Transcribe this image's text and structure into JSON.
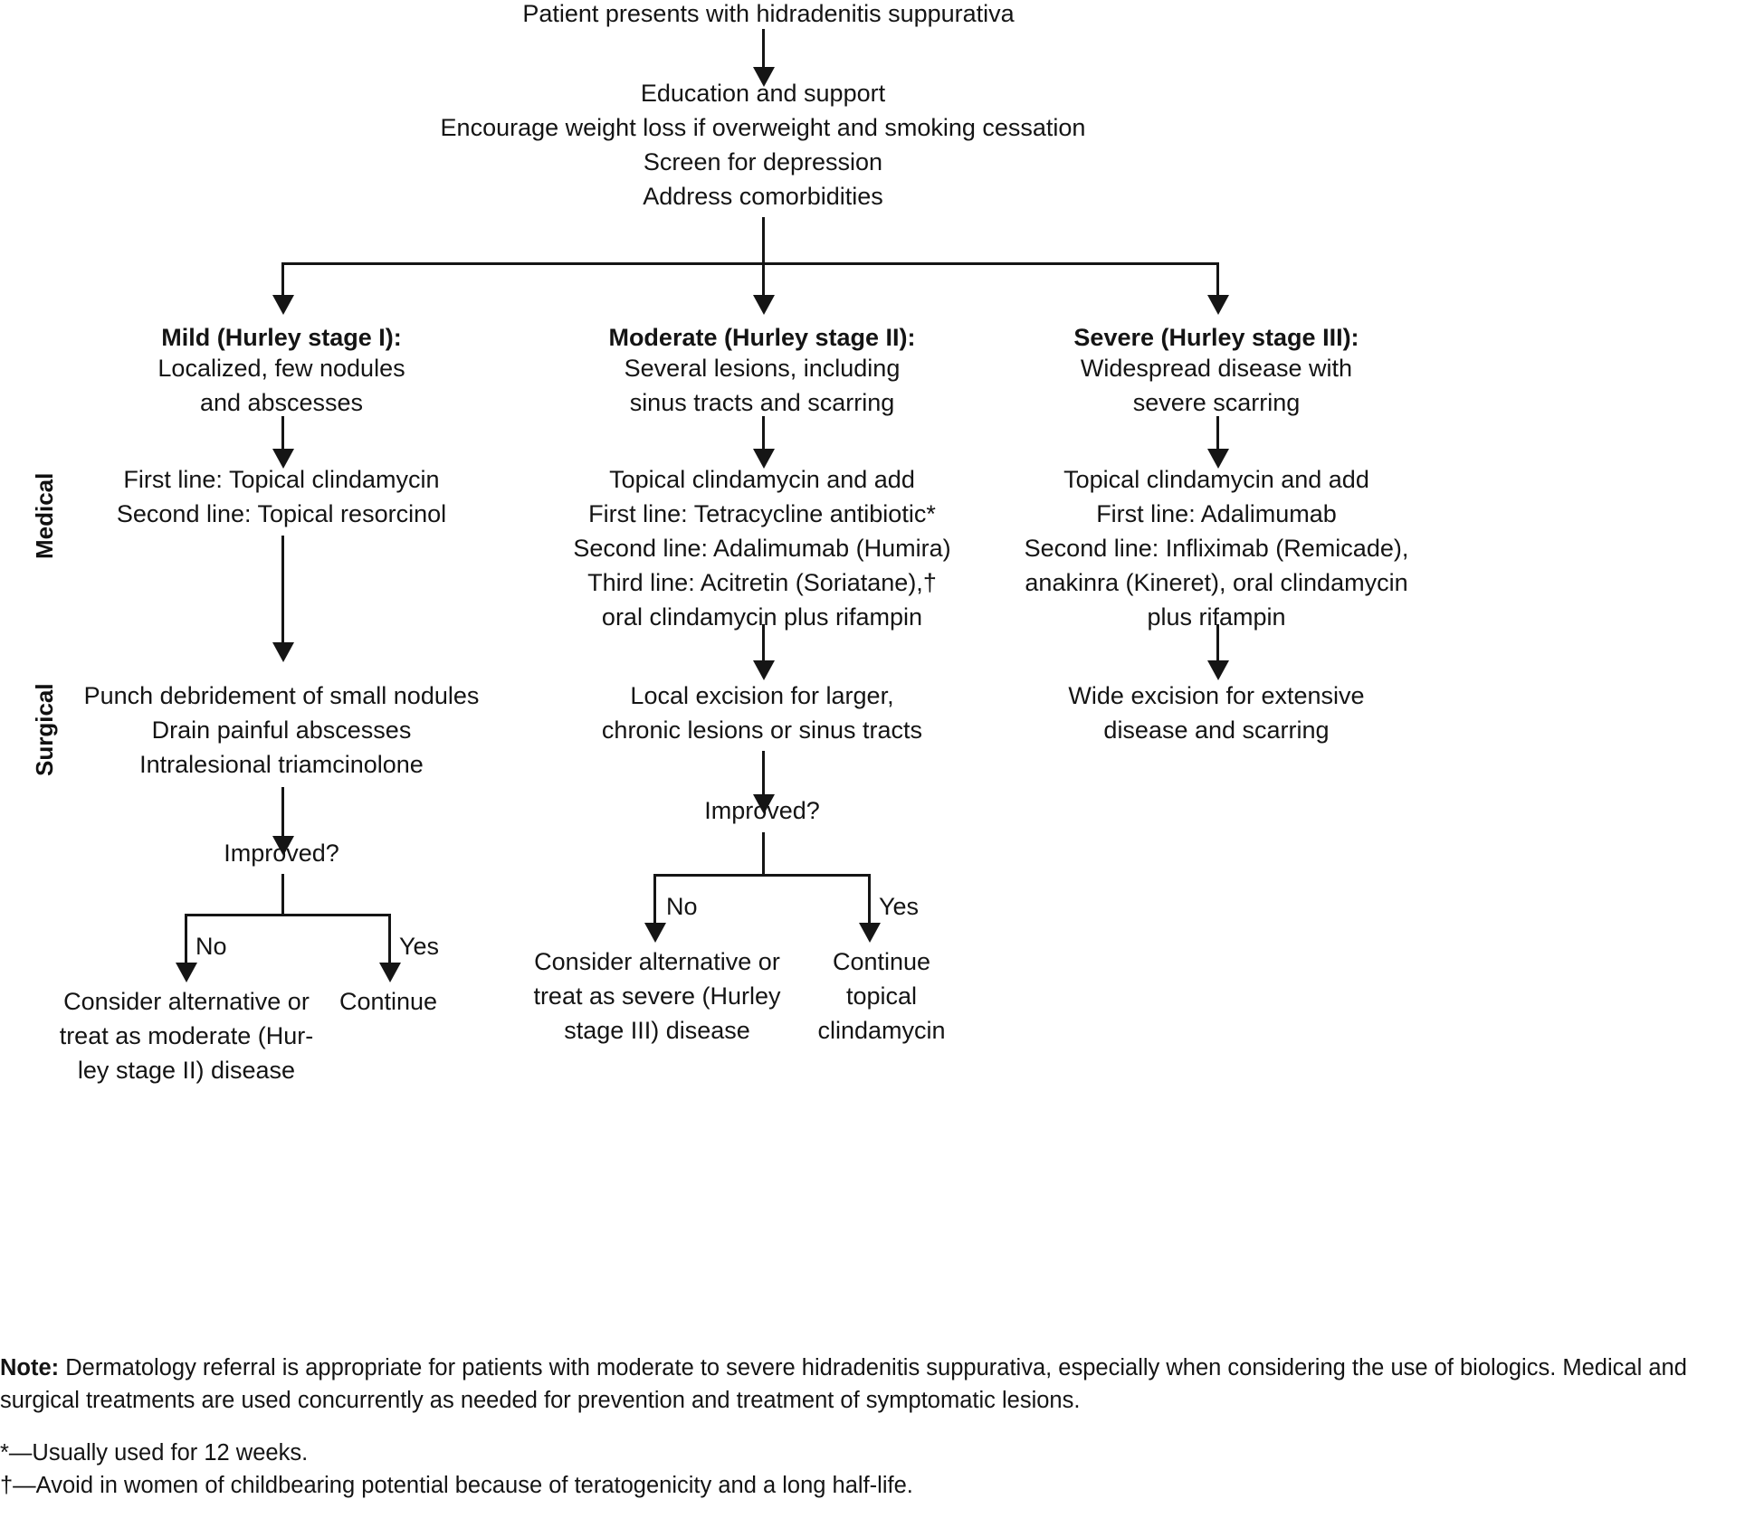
{
  "title": "Hidradenitis suppurativa treatment algorithm",
  "root": {
    "start": "Patient presents with hidradenitis suppurativa",
    "education": "Education and support\nEncourage weight loss if overweight and smoking cessation\nScreen for depression\nAddress comorbidities"
  },
  "rails": {
    "medical": "Medical",
    "surgical": "Surgical"
  },
  "columns": [
    {
      "id": "mild",
      "heading": "Mild (Hurley stage I):",
      "description": "Localized, few nodules\nand abscesses",
      "medical": "First line: Topical clindamycin\nSecond line: Topical resorcinol",
      "surgical": "Punch debridement of small nodules\nDrain painful abscesses\nIntralesional triamcinolone",
      "decision": "Improved?",
      "branch_no_label": "No",
      "branch_yes_label": "Yes",
      "outcome_no": "Consider alternative or\ntreat as moderate (Hur-\nley stage II) disease",
      "outcome_yes": "Continue"
    },
    {
      "id": "moderate",
      "heading": "Moderate (Hurley stage II):",
      "description": "Several lesions, including\nsinus tracts and scarring",
      "medical": "Topical clindamycin and add\nFirst line: Tetracycline antibiotic*\nSecond line: Adalimumab (Humira)\nThird line: Acitretin (Soriatane),†\noral clindamycin plus rifampin",
      "surgical": "Local excision for larger,\nchronic lesions or sinus tracts",
      "decision": "Improved?",
      "branch_no_label": "No",
      "branch_yes_label": "Yes",
      "outcome_no": "Consider alternative or\ntreat as severe (Hurley\nstage III) disease",
      "outcome_yes": "Continue\ntopical\nclindamycin"
    },
    {
      "id": "severe",
      "heading": "Severe (Hurley stage III):",
      "description": "Widespread disease with\nsevere scarring",
      "medical": "Topical clindamycin and add\nFirst line: Adalimumab\nSecond line: Infliximab (Remicade),\nanakinra (Kineret), oral clindamycin\nplus rifampin",
      "surgical": "Wide excision for extensive\ndisease and scarring",
      "decision": null,
      "branch_no_label": null,
      "branch_yes_label": null,
      "outcome_no": null,
      "outcome_yes": null
    }
  ],
  "footnotes": {
    "note_label": "Note:",
    "note_text": " Dermatology referral is appropriate for patients with moderate to severe hidradenitis suppurativa, especially when considering the use of biologics. Medical and surgical treatments are used concurrently as needed for prevention and treatment of symptomatic lesions.",
    "asterisk": "*—Usually used for 12 weeks.",
    "dagger": "†—Avoid in women of childbearing potential because of teratogenicity and a long half-life."
  },
  "colors": {
    "line": "#151515",
    "text": "#141414",
    "background": "#ffffff"
  }
}
